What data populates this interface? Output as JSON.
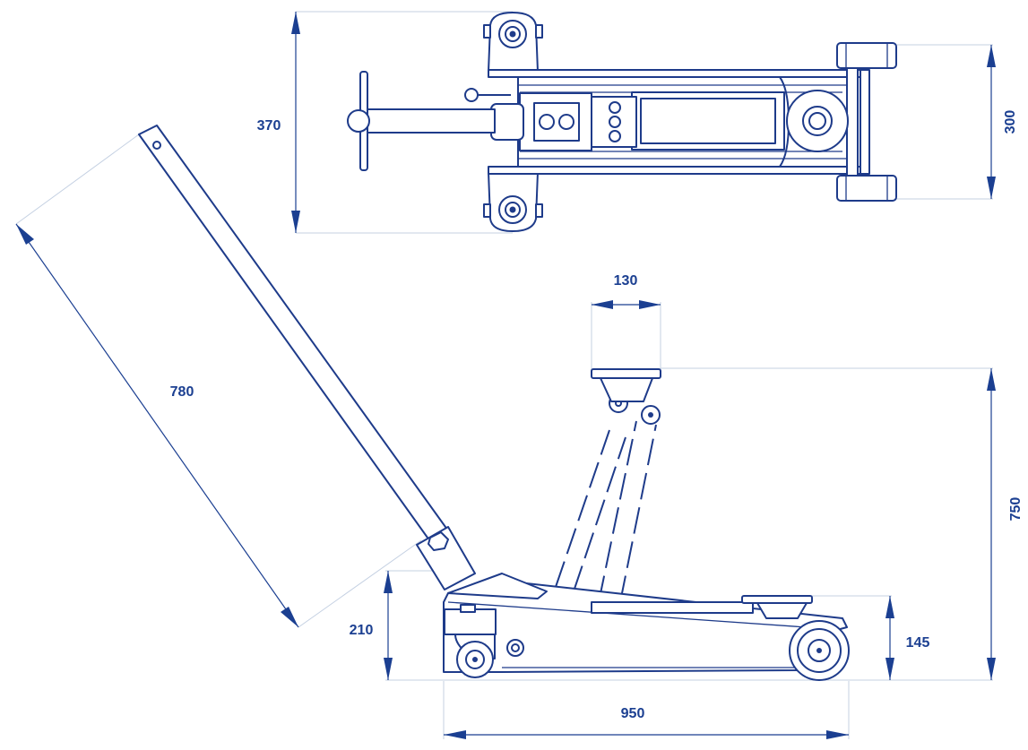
{
  "colors": {
    "line": "#1e3b8a",
    "dimension_text": "#1b3f91",
    "extension_line": "#c4d0e2",
    "background": "#ffffff"
  },
  "dimensions": {
    "top_width": "370",
    "top_wheel_track": "300",
    "saddle_width": "130",
    "handle_length": "780",
    "max_height": "750",
    "min_height": "145",
    "frame_height": "210",
    "overall_length": "950"
  }
}
